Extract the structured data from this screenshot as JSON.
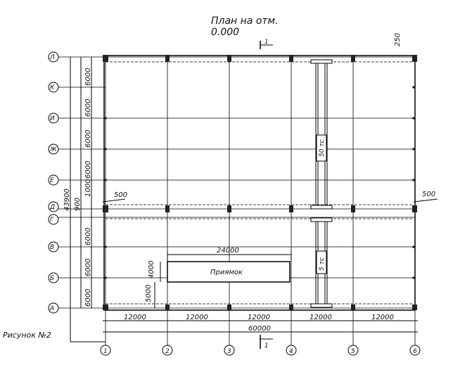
{
  "title": {
    "line1": "План на отм.",
    "line2": "0.000"
  },
  "caption": "Рисунок №2",
  "section_mark": "1",
  "column_axes": [
    "1",
    "2",
    "3",
    "4",
    "5",
    "6"
  ],
  "row_axes": [
    "А",
    "Б",
    "В",
    "Г",
    "Д",
    "Е",
    "Ж",
    "И",
    "К",
    "Л"
  ],
  "row_dims": {
    "bays": [
      "6000",
      "6000",
      "6000",
      "6000",
      "6000",
      "6000",
      "6000"
    ],
    "gap": "900",
    "total": "43900",
    "ten": "1000"
  },
  "col_dims": {
    "bays": [
      "12000",
      "12000",
      "12000",
      "12000",
      "12000"
    ],
    "total": "60000"
  },
  "offsets": {
    "left": "500",
    "right": "500",
    "top": "250"
  },
  "pit": {
    "label": "Приямок",
    "length": "24000",
    "width": "4000",
    "offset": "5000"
  },
  "cranes": {
    "upper": "50 тс",
    "lower": "5 тс"
  }
}
